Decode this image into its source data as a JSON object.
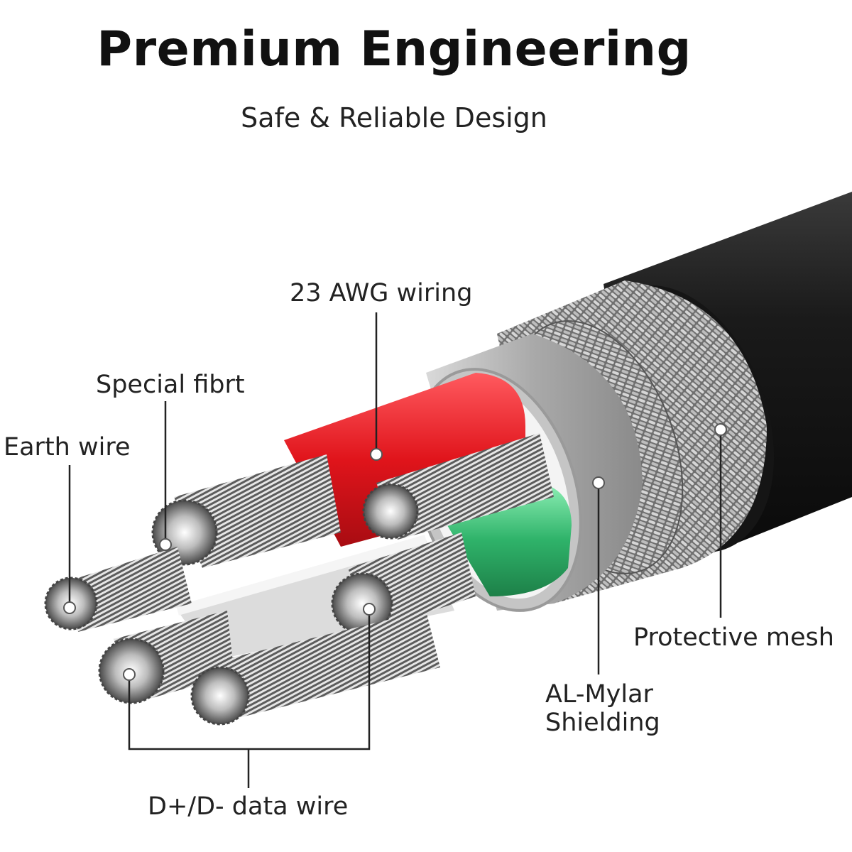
{
  "header": {
    "title": "Premium Engineering",
    "subtitle": "Safe & Reliable Design"
  },
  "callouts": {
    "awg": "23 AWG wiring",
    "fiber": "Special fibrt",
    "earth": "Earth wire",
    "protective": "Protective mesh",
    "mylar_line1": "AL-Mylar",
    "mylar_line2": "Shielding",
    "data": "D+/D- data wire"
  },
  "colors": {
    "jacket": "#1b1b1b",
    "mesh": "#8a8a8a",
    "shield": "#b9b9b9",
    "power_insulation": "#e0141b",
    "data_insulation": "#2fb36a",
    "strands": "#9a9a9a"
  }
}
